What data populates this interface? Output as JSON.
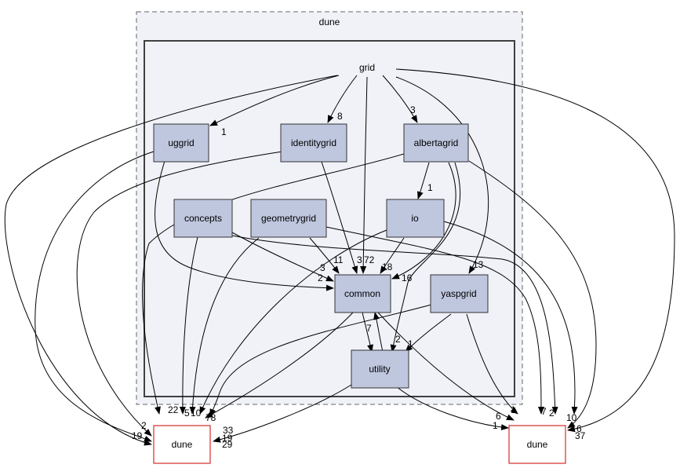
{
  "clusters": {
    "outer_label": "dune",
    "inner_label": "grid"
  },
  "nodes": {
    "uggrid": "uggrid",
    "identitygrid": "identitygrid",
    "albertagrid": "albertagrid",
    "concepts": "concepts",
    "geometrygrid": "geometrygrid",
    "io": "io",
    "common": "common",
    "yaspgrid": "yaspgrid",
    "utility": "utility",
    "dune_left": "dune",
    "dune_right": "dune"
  },
  "edge_labels": {
    "grid_uggrid": "1",
    "grid_identitygrid": "8",
    "grid_albertagrid": "3",
    "albertagrid_io": "1",
    "io_common": "18",
    "albertagrid_common": "16",
    "common_yaspgrid": "13",
    "geometrygrid_common": "11",
    "identitygrid_common": "3",
    "grid_common": "72",
    "concepts_common": "3",
    "common_utility": "7",
    "utility_common": "2",
    "yaspgrid_utility": "1",
    "io_duneleft": "2",
    "concepts_duneleft": "22",
    "geometrygrid_duneleft": "5",
    "common_duneleft_a": "10",
    "common_duneleft_b": "78",
    "grid_duneleft_a": "2",
    "grid_duneleft_b": "19",
    "utility_duneleft_a": "33",
    "utility_duneleft_b": "19",
    "utility_duneleft_c": "29",
    "common_duneright_a": "6",
    "common_duneright_b": "1",
    "yaspgrid_duneright": "1",
    "geometrygrid_duneright": "7",
    "concepts_duneright": "2",
    "io_duneright": "10",
    "albertagrid_duneright": "6",
    "grid_duneright": "37"
  },
  "colors": {
    "node_fill": "#bfc7df",
    "cluster_fill": "#f0f2f8",
    "external_border": "#cc0000"
  }
}
